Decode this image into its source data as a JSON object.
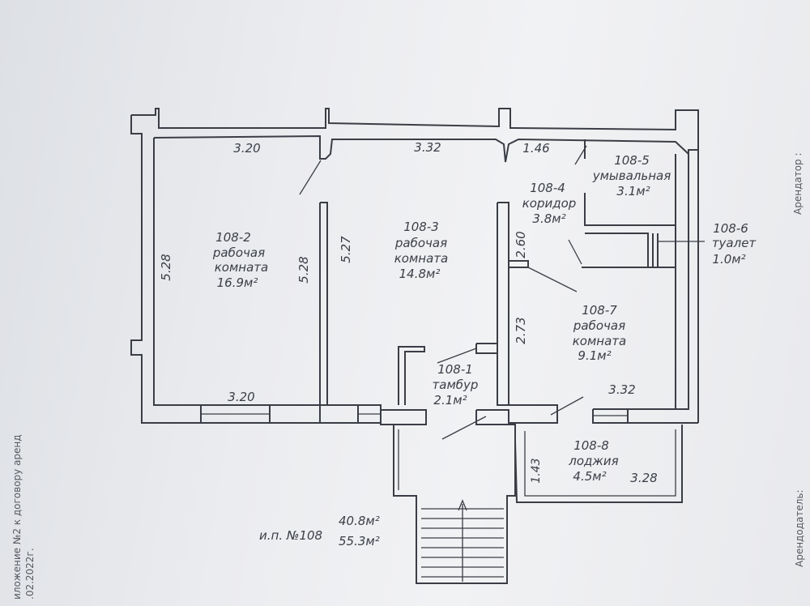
{
  "plan": {
    "rooms": [
      {
        "id": "108-2",
        "name_line1": "рабочая",
        "name_line2": "комната",
        "area": "16.9м²"
      },
      {
        "id": "108-3",
        "name_line1": "рабочая",
        "name_line2": "комната",
        "area": "14.8м²"
      },
      {
        "id": "108-4",
        "name": "коридор",
        "area": "3.8м²"
      },
      {
        "id": "108-5",
        "name": "умывальная",
        "area": "3.1м²"
      },
      {
        "id": "108-6",
        "name": "туалет",
        "area": "1.0м²"
      },
      {
        "id": "108-7",
        "name_line1": "рабочая",
        "name_line2": "комната",
        "area": "9.1м²"
      },
      {
        "id": "108-1",
        "name": "тамбур",
        "area": "2.1м²"
      },
      {
        "id": "108-8",
        "name": "лоджия",
        "area": "4.5м²"
      }
    ],
    "dimensions": {
      "top_left": "3.20",
      "top_mid": "3.32",
      "top_right": "1.46",
      "left_outer": "5.28",
      "left_inner": "5.28",
      "mid_inner": "5.27",
      "corridor": "2.60",
      "room7_left": "2.73",
      "bottom_left": "3.20",
      "bottom_right": "3.32",
      "loggia_height": "1.43",
      "loggia_width": "3.28"
    },
    "summary": {
      "label": "и.п. №108",
      "area_main": "40.8м²",
      "area_total": "55.3м²"
    }
  },
  "margin": {
    "right_top": "Арендатор :",
    "right_bottom": "Арендодатель:",
    "left_line1": "иложение №2 к договору аренд",
    "left_line2": ".02.2022г."
  }
}
